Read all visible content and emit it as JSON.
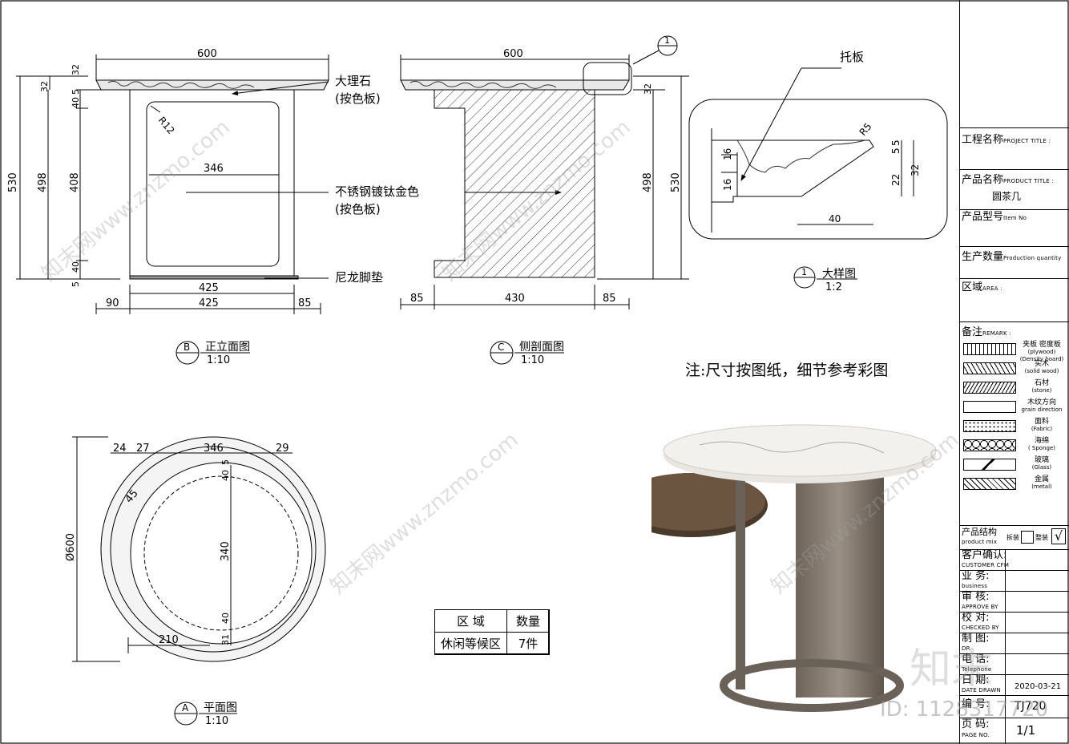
{
  "front_view": {
    "dim_top": "600",
    "dim_h_total": "530",
    "dim_h_body": "498",
    "dim_h_inner": "408",
    "dim_32": "32",
    "dim_5": "5",
    "dim_40a": "40",
    "dim_40b": "40",
    "dim_5b": "5",
    "dim_r12": "R12",
    "dim_346": "346",
    "dim_425a": "425",
    "dim_90": "90",
    "dim_425b": "425",
    "dim_85": "85",
    "label_marble": "大理石",
    "label_marble_sub": "(按色板)",
    "label_steel": "不锈钢镀钛金色",
    "label_steel_sub": "(按色板)",
    "label_nylon": "尼龙脚垫",
    "title_letter": "B",
    "title": "正立面图",
    "scale": "1:10"
  },
  "side_view": {
    "dim_top": "600",
    "dim_32": "32",
    "dim_498": "498",
    "dim_530": "530",
    "dim_85a": "85",
    "dim_430": "430",
    "dim_85b": "85",
    "callout": "1",
    "title_letter": "C",
    "title": "侧剖面图",
    "scale": "1:10"
  },
  "detail": {
    "label_tray": "托板",
    "dim_r5": "R5",
    "dim_16a": "16",
    "dim_16b": "16",
    "dim_5a": "5",
    "dim_5b": "5",
    "dim_22": "22",
    "dim_32": "32",
    "dim_40": "40",
    "title_num": "1",
    "title": "大样图",
    "scale": "1:2"
  },
  "plan_view": {
    "dim_24": "24",
    "dim_27": "27",
    "dim_346": "346",
    "dim_29": "29",
    "dim_45": "45",
    "dim_dia": "Ø600",
    "dim_5": "5",
    "dim_40a": "40",
    "dim_340": "340",
    "dim_40b": "40",
    "dim_31": "31",
    "dim_210": "210",
    "title_letter": "A",
    "title": "平面图",
    "scale": "1:10"
  },
  "note": "注:尺寸按图纸，细节参考彩图",
  "qty_table": {
    "h1": "区  域",
    "h2": "数量",
    "c1": "休闲等候区",
    "c2": "7件"
  },
  "title_block": {
    "project_cn": "工程名称",
    "project_en": "PROJECT TITLE :",
    "product_cn": "产品名称",
    "product_en": "PRODUCT TITLE :",
    "product_val": "圆茶几",
    "model_cn": "产品型号",
    "model_en": "Item No",
    "qty_cn": "生产数量",
    "qty_en": "Production quantity",
    "area_cn": "区域",
    "area_en": "AREA :",
    "remark_cn": "备注",
    "remark_en": "REMARK :",
    "legend": [
      {
        "cn": "夹板 密度板",
        "en": "(plywood)(Density board)"
      },
      {
        "cn": "实木",
        "en": "(solid wood)"
      },
      {
        "cn": "石材",
        "en": "(stone)"
      },
      {
        "cn": "木纹方向",
        "en": "grain direction"
      },
      {
        "cn": "面料",
        "en": "(Fabric)"
      },
      {
        "cn": "海绵",
        "en": "( Sponge)"
      },
      {
        "cn": "玻璃",
        "en": "(Glass)"
      },
      {
        "cn": "金属",
        "en": "(metal)"
      }
    ],
    "structure_cn": "产品结构",
    "structure_en": "product mix",
    "structure_a": "拆装",
    "structure_b": "整装",
    "structure_check": "√",
    "customer_cn": "客户确认:",
    "customer_en": "CUSTOMER CFM",
    "business_cn": "业  务:",
    "business_en": "business",
    "approve_cn": "审  核:",
    "approve_en": "APPROVE BY",
    "checked_cn": "校  对:",
    "checked_en": "CHECKED BY",
    "drawn_cn": "制  图:",
    "drawn_en": "DR",
    "tel_cn": "电  话:",
    "tel_en": "Telephone",
    "date_cn": "日  期:",
    "date_en": "DATE DRAWN",
    "date_val": "2020-03-21",
    "no_cn": "编  号:",
    "no_val": "TJ720",
    "page_cn": "页  码:",
    "page_en": "PAGE  NO.",
    "page_val": "1/1"
  },
  "watermark": {
    "logo": "知末",
    "id": "ID: 1128317720",
    "text": "知末网www.znzmo.com"
  }
}
